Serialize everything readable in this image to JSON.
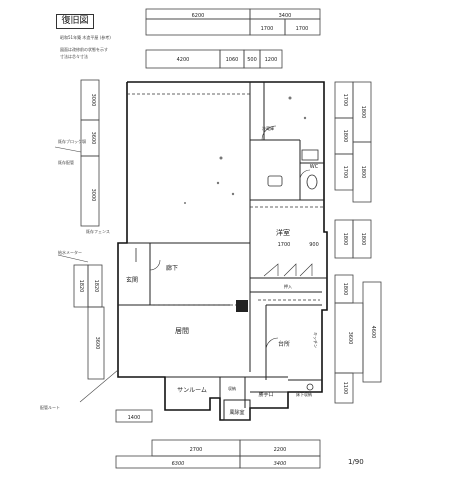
{
  "title": "復旧図",
  "scale_label": "1/90",
  "header_notes": [
    "昭和51年築 木造平屋 (参考)",
    "図面は改修前の状態を示す",
    "寸法は芯々寸法"
  ],
  "left_notes": [
    "既存ブロック塀",
    "既存配管",
    "既存フェンス",
    "給水メーター",
    "配管ルート"
  ],
  "rooms": {
    "living_large": "",
    "washitsu": "洋室",
    "genkan": "玄関",
    "rouka": "廊下",
    "kyoma": "居間",
    "daidokoro": "台所",
    "kitchen": "キッチン",
    "sunroom": "サンルーム",
    "shunou": "収納",
    "katteguchi": "勝手口",
    "fuuroba": "風除室",
    "wc": "WC",
    "shitaya": "床下収納",
    "oshiire": "押入",
    "reizouko": "冷蔵庫"
  },
  "dimensions": {
    "top": [
      "6200",
      "3400",
      "1700",
      "1700",
      "4200",
      "1060",
      "500",
      "1200"
    ],
    "left": [
      "3000",
      "3600",
      "3000",
      "1820",
      "1820",
      "3600"
    ],
    "right": [
      "1700",
      "1800",
      "1800",
      "1700",
      "1800",
      "1800",
      "1800",
      "1800",
      "3600",
      "1100",
      "4600"
    ],
    "bottom": [
      "2700",
      "2200",
      "6300",
      "3400",
      "1400",
      "1700",
      "900"
    ]
  },
  "legend": {
    "door": "",
    "window": ""
  }
}
